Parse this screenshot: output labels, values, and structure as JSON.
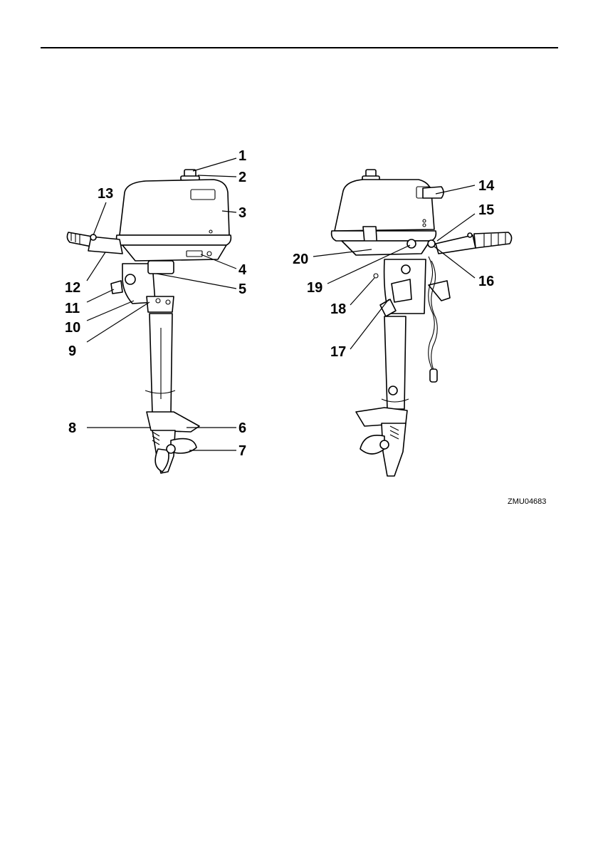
{
  "figure": {
    "code": "ZMU04683",
    "callouts": [
      "1",
      "2",
      "3",
      "4",
      "5",
      "6",
      "7",
      "8",
      "9",
      "10",
      "11",
      "12",
      "13",
      "14",
      "15",
      "16",
      "17",
      "18",
      "19",
      "20"
    ]
  }
}
